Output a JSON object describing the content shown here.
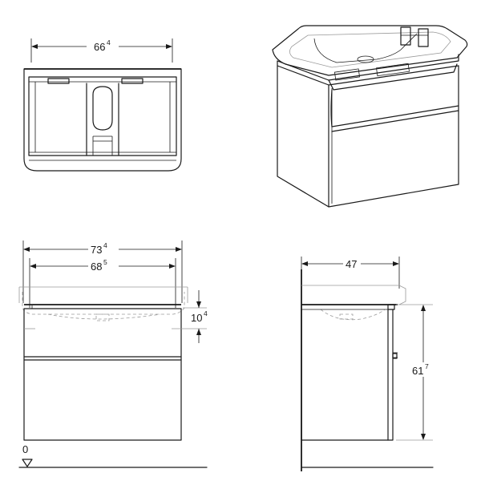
{
  "dimensions": {
    "top_width": {
      "main": "66",
      "sup": "4"
    },
    "overall_width": {
      "main": "73",
      "sup": "4"
    },
    "cabinet_width": {
      "main": "68",
      "sup": "5"
    },
    "side_drop": {
      "main": "10",
      "sup": "4"
    },
    "depth": {
      "main": "47",
      "sup": ""
    },
    "height": {
      "main": "61",
      "sup": "7"
    },
    "floor_level": {
      "main": "0",
      "sup": ""
    }
  },
  "colors": {
    "line": "#1a1a1a",
    "faint_line": "#9a9a9a",
    "background": "#ffffff"
  }
}
